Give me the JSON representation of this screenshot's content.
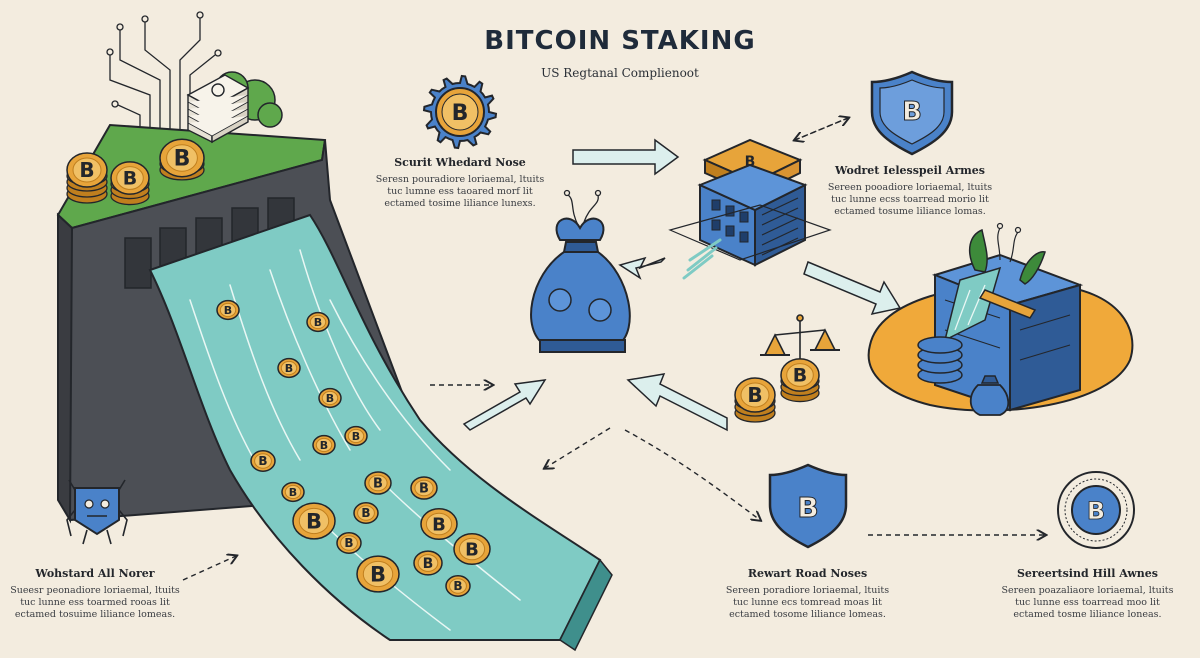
{
  "title": "BITCOIN STAKING",
  "subtitle": "US Regtanal Complienoot",
  "sections": [
    {
      "id": "top-left",
      "title": "Scurit Whedard Nose",
      "lines": [
        "Seresn pouradiore loriaemal, ltuits",
        "tuc lumne ess taoared morf lit",
        "ectamed tosime liliance lunexs."
      ]
    },
    {
      "id": "top-right",
      "title": "Wodret Ielesspeil Armes",
      "lines": [
        "Sereen pooadiore loriaemal, ltuits",
        "tuc lunne ecss toarread morio lit",
        "ectamed tosume liliance lomas."
      ]
    },
    {
      "id": "bottom-left",
      "title": "Wohstard All Norer",
      "lines": [
        "Sueesr peonadiore loriaemal, ltuits",
        "tuc lunne ess toarmed rooas lit",
        "ectamed tosuime liliance lomeas."
      ]
    },
    {
      "id": "bottom-mid",
      "title": "Rewart Road Noses",
      "lines": [
        "Sereen poradiore loriaemal, ltuits",
        "tuc lunne ecs tomread moas lit",
        "ectamed tosome liliance lomeas."
      ]
    },
    {
      "id": "bottom-right",
      "title": "Sereertsind Hill Awnes",
      "lines": [
        "Sereen poazaliaore loriaemal, ltuits",
        "tuc lunne ess toarread moo lit",
        "ectamed tosme liliance loneas."
      ]
    }
  ],
  "icons": {
    "coin_symbol": "B",
    "colors": {
      "gold": "#e7a43a",
      "gold_dark": "#c07f1e",
      "blue": "#4a82c9",
      "blue_dark": "#2f5b96",
      "water": "#7fcbc4",
      "grass": "#5fa84c",
      "cliff": "#4c4f55",
      "orange_pad": "#f0a93a",
      "ink": "#23262b",
      "background": "#f3ecdf"
    }
  }
}
